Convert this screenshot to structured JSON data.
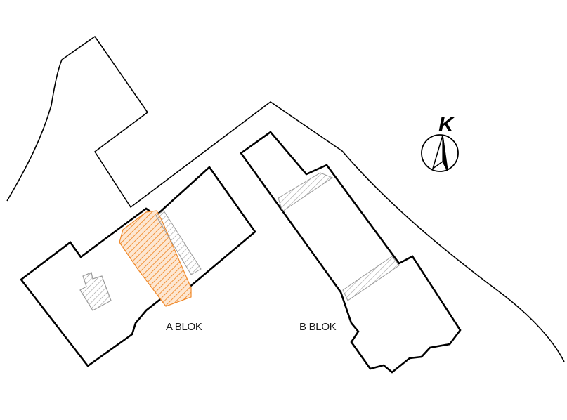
{
  "labels": {
    "block_a": "A BLOK",
    "block_b": "B BLOK",
    "north": "K"
  },
  "colors": {
    "outline": "#000000",
    "hatch_gray": "#9a9a9a",
    "hatch_highlight": "#f08a2c",
    "highlight_fill": "#fbe3cc",
    "background": "#ffffff"
  },
  "icons": {
    "north_arrow": "north-arrow-icon"
  }
}
